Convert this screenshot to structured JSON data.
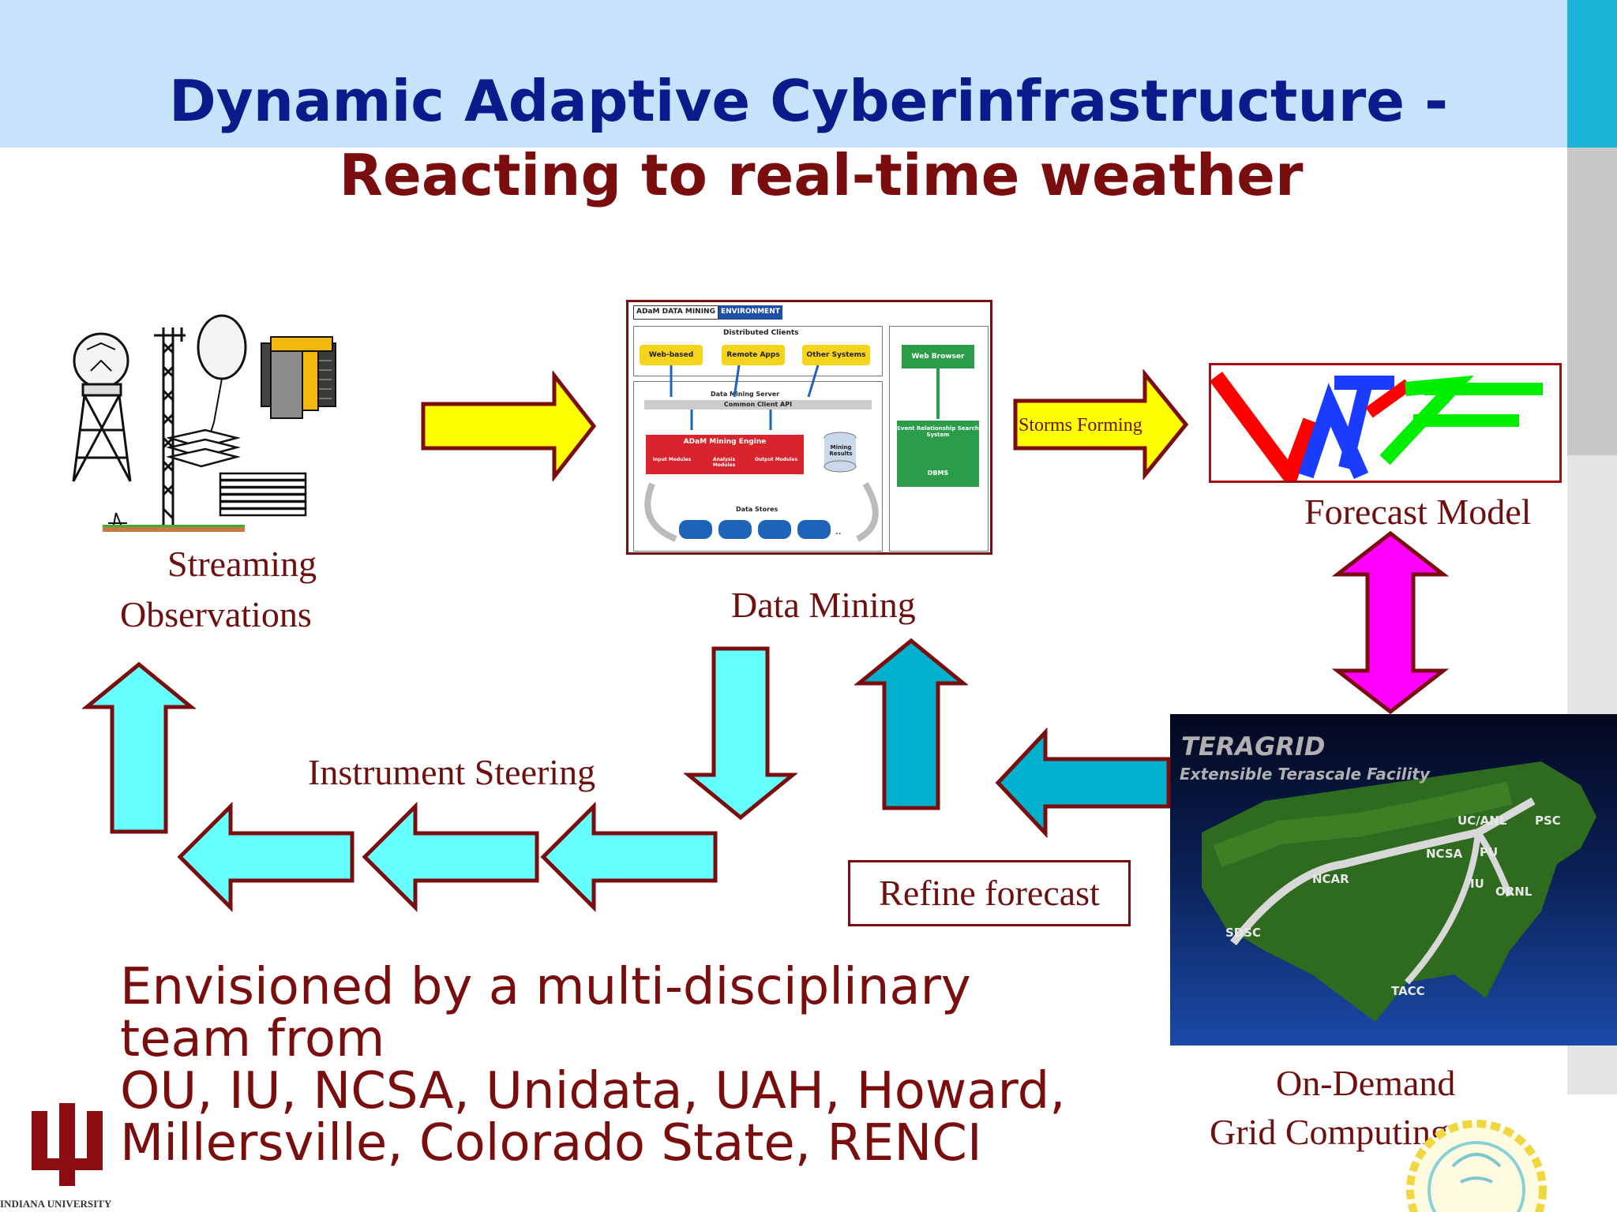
{
  "slide": {
    "title_line1": "Dynamic Adaptive Cyberinfrastructure -",
    "title_line2": "Reacting to real-time weather"
  },
  "labels": {
    "streaming": "Streaming",
    "observations": "Observations",
    "data_mining": "Data Mining",
    "storms_forming": "Storms Forming",
    "forecast_model": "Forecast Model",
    "instrument_steering": "Instrument Steering",
    "refine_forecast": "Refine forecast",
    "on_demand": "On-Demand",
    "grid_computing": "Grid Computing"
  },
  "data_mining_panel": {
    "header_left": "ADaM DATA MINING",
    "header_right": "ENVIRONMENT",
    "distributed_clients": "Distributed Clients",
    "web_based": "Web-based",
    "remote_apps": "Remote Apps",
    "other_systems": "Other Systems",
    "web_browser": "Web Browser",
    "mining_server": "Data Mining Server",
    "client_api": "Common Client API",
    "engine": "ADaM Mining Engine",
    "input_modules": "Input Modules",
    "analysis_modules": "Analysis Modules",
    "output_modules": "Output Modules",
    "mining_results": "Mining Results",
    "event_system": "Event Relationship Search System",
    "dbms": "DBMS",
    "data_stores": "Data Stores"
  },
  "teragrid": {
    "title": "TERAGRID",
    "subtitle": "Extensible Terascale Facility",
    "sites": [
      "UC/ANL",
      "PSC",
      "NCSA",
      "PU",
      "NCAR",
      "IU",
      "ORNL",
      "SDSC",
      "TACC"
    ]
  },
  "footer": {
    "line1": "Envisioned by a multi-disciplinary",
    "line2": "team from",
    "line3": "OU, IU, NCSA, Unidata, UAH, Howard,",
    "line4": "Millersville, Colorado State, RENCI",
    "university": "INDIANA UNIVERSITY"
  },
  "colors": {
    "title_blue": "#0b1b8c",
    "title_red": "#7a0d0d",
    "header_band": "#c6e3fb",
    "arrow_outline": "#7a0d0d",
    "arrow_yellow": "#ffff00",
    "arrow_cyan": "#66ffff",
    "arrow_teal": "#00b0cc",
    "arrow_magenta": "#ff00ff",
    "wrf_red": "#ff0000",
    "wrf_blue": "#1a3cff",
    "wrf_green": "#00ee00"
  }
}
